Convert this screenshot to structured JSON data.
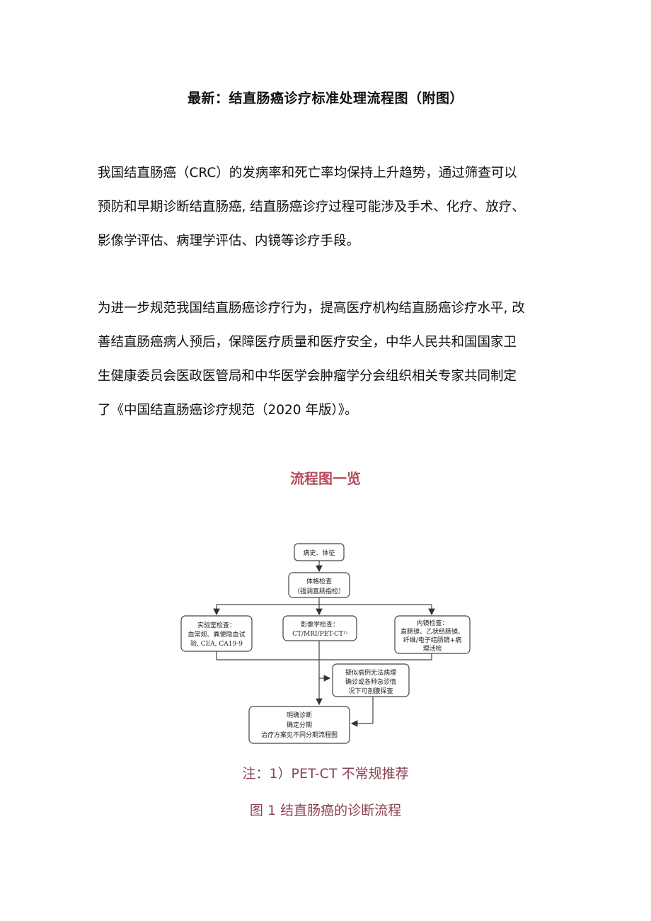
{
  "doc": {
    "title": "最新：结直肠癌诊疗标准处理流程图（附图）",
    "paragraph1": [
      "我国结直肠癌（CRC）的发病率和死亡率均保持上升趋势，通过筛查可以",
      "预防和早期诊断结直肠癌, 结直肠癌诊疗过程可能涉及手术、化疗、放疗、",
      "影像学评估、病理学评估、内镜等诊疗手段。"
    ],
    "paragraph2": [
      "为进一步规范我国结直肠癌诊疗行为，提高医疗机构结直肠癌诊疗水平, 改",
      "善结直肠癌病人预后，保障医疗质量和医疗安全，中华人民共和国国家卫",
      "生健康委员会医政医管局和中华医学会肿瘤学分会组织相关专家共同制定",
      "了《中国结直肠癌诊疗规范（2020 年版）》。"
    ],
    "section_heading": "流程图一览",
    "note": "注：1）PET-CT 不常规推荐",
    "figure_caption": "图 1 结直肠癌的诊断流程"
  },
  "flowchart": {
    "history": "病史、体征",
    "physical_exam": [
      "体格检查",
      "（强调直肠指检）"
    ],
    "lab_exam": [
      "实验室检查：",
      "血常规、粪便隐血试",
      "验, CEA, CA19-9"
    ],
    "imaging_exam": [
      "影像学检查：",
      "CT/MRI/PET-CT¹⁾"
    ],
    "endoscopy_exam": [
      "内镜检查：",
      "直肠镜、乙状结肠镜、",
      "纤维/电子结肠镜+病",
      "理活检"
    ],
    "uncertain": [
      "疑似病例无法病理",
      "确诊或各种急诊情",
      "况下可剖腹探查"
    ],
    "diagnosis": [
      "明确诊断",
      "确定分期",
      "治疗方案见不同分期流程图"
    ]
  }
}
